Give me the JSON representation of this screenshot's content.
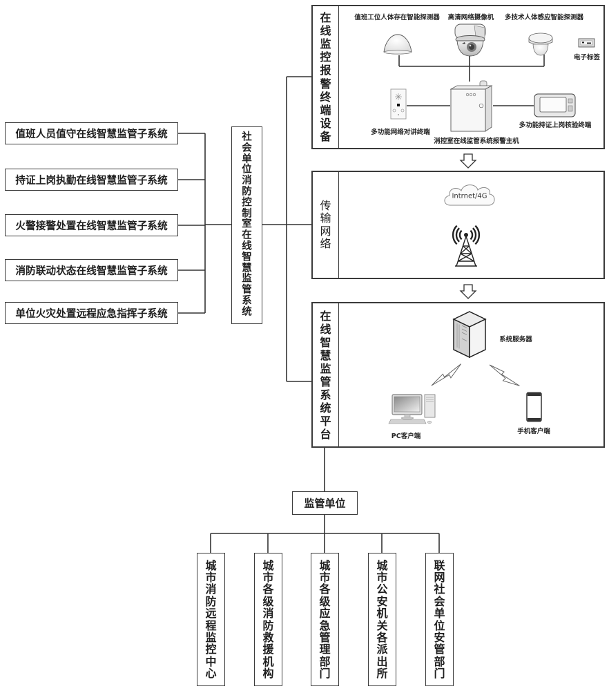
{
  "central_system": {
    "label": "社会单位消防控制室在线智慧监管系统"
  },
  "subsystems": [
    {
      "label": "值班人员值守在线智慧监管子系统"
    },
    {
      "label": "持证上岗执勤在线智慧监管子系统"
    },
    {
      "label": "火警接警处置在线智慧监管子系统"
    },
    {
      "label": "消防联动状态在线智慧监管子系统"
    },
    {
      "label": "单位火灾处置远程应急指挥子系统"
    }
  ],
  "terminal_equipment": {
    "title": "在线监控报警终端设备",
    "devices": {
      "presence_detector": {
        "label": "值班工位人体存在智能探测器",
        "icon": "presence-detector-icon"
      },
      "hd_camera": {
        "label": "高清网络摄像机",
        "icon": "dome-camera-icon"
      },
      "motion_detector": {
        "label": "多技术人体感应智能探测器",
        "icon": "motion-detector-icon"
      },
      "electronic_tag": {
        "label": "电子标签",
        "icon": "rfid-tag-icon"
      },
      "intercom": {
        "label": "多功能网络对讲终端",
        "icon": "intercom-icon"
      },
      "alarm_host": {
        "label": "消控室在线监管系统报警主机",
        "icon": "alarm-host-icon"
      },
      "handheld_terminal": {
        "label": "多功能持证上岗核验终端",
        "icon": "handheld-terminal-icon"
      }
    }
  },
  "transmission_network": {
    "title": "传输网络",
    "cloud_label": "Intrnet/4G",
    "cloud_icon": "cloud-icon",
    "tower_icon": "cell-tower-icon"
  },
  "platform": {
    "title": "在线智慧监管系统平台",
    "server": {
      "label": "系统服务器",
      "icon": "server-icon"
    },
    "pc_client": {
      "label": "PC客户端",
      "icon": "desktop-pc-icon"
    },
    "mobile_client": {
      "label": "手机客户端",
      "icon": "smartphone-icon"
    },
    "link_icon": "wireless-link-icon"
  },
  "flow_arrows": [
    "down-arrow-icon",
    "down-arrow-icon"
  ],
  "supervision": {
    "label": "监管单位",
    "units": [
      {
        "label": "城市消防远程监控中心"
      },
      {
        "label": "城市各级消防救援机构"
      },
      {
        "label": "城市各级应急管理部门"
      },
      {
        "label": "城市公安机关各派出所"
      },
      {
        "label": "联网社会单位安管部门"
      }
    ]
  },
  "colors": {
    "line": "#333333",
    "box_border": "#3a3a3a",
    "background": "#ffffff"
  }
}
